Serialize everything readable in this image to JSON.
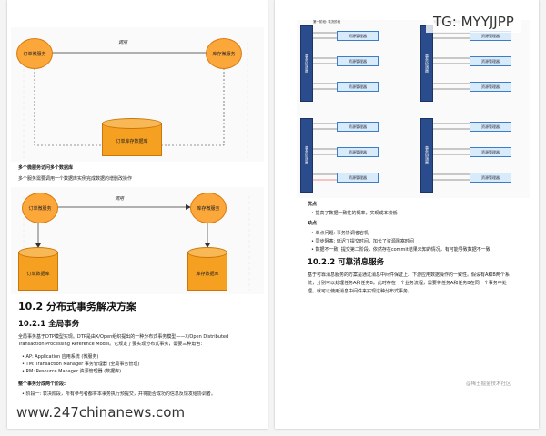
{
  "watermarks": {
    "tg": "TG: MYYJJPP",
    "site": "www.247chinanews.com",
    "footer": "@稀土掘金技术社区"
  },
  "left": {
    "diagram1": {
      "node_a": "订单微服务",
      "node_b": "库存微服务",
      "edge": "调用",
      "db": "订单库存数据库"
    },
    "caption1_title": "多个微服务访问多个数据库",
    "caption1_text": "多个服务需要调用一个数据库实例完成数据的增删改操作",
    "diagram2": {
      "node_a": "订单微服务",
      "node_b": "库存微服务",
      "edge": "调用",
      "db_a": "订单数据库",
      "db_b": "库存数据库"
    },
    "h_10_2": "10.2 分布式事务解决方案",
    "h_10_2_1": "10.2.1 全局事务",
    "para1_l1": "全局事务基于DTP模型实现。DTP是由X/Open组织提出的一种分布式事务模型——X/Open Distributed",
    "para1_l2": "Transaction Processing Reference Model。它规定了要实现分布式事务，需要三种角色：",
    "roles": [
      "AP: Application 应用系统 (微服务)",
      "TM: Transaction Manager 事务管理器 (全局事务管理)",
      "RM: Resource Manager 资源管理器 (数据库)"
    ],
    "phase_title": "整个事务分成两个阶段:",
    "phase1": "阶段一: 表决阶段，所有参与者都将本事务执行预提交，并将能否成功的信息反馈发给协调者。"
  },
  "right": {
    "panels": [
      {
        "title": "第一阶段: 表决阶段",
        "bar": "事务协调器",
        "r": [
          "资源管理器",
          "资源管理器",
          "资源管理器"
        ]
      },
      {
        "title": "第二阶段: 执行阶段",
        "bar": "事务协调器",
        "r": [
          "资源管理器",
          "资源管理器",
          "资源管理器"
        ]
      },
      {
        "title": "",
        "bar": "事务协调器",
        "r": [
          "资源管理器",
          "资源管理器",
          "资源管理器"
        ]
      },
      {
        "title": "",
        "bar": "事务协调器",
        "r": [
          "资源管理器",
          "资源管理器",
          "资源管理器"
        ]
      }
    ],
    "pros_title": "优点",
    "pros": [
      "提高了数据一致性的概率，实现成本较低"
    ],
    "cons_title": "缺点",
    "cons": [
      "单点问题: 事务协调者宕机",
      "同步阻塞: 延迟了提交时间，加长了资源阻塞时间",
      "数据不一致: 提交第二阶段，依然存在commit结果未知的情况，有可能导致数据不一致"
    ],
    "h_10_2_2": "10.2.2 可靠消息服务",
    "para_l1": "基于可靠消息服务的方案是通过消息中间件保证上、下游应用数据操作的一致性。假设有A和B两个系",
    "para_l2": "统，分别可以处理任务A和任务B。此时存在一个业务流程，需要将任务A和任务B在同一个事务中处",
    "para_l3": "理。就可以使用消息中间件来实现这种分布式事务。"
  }
}
